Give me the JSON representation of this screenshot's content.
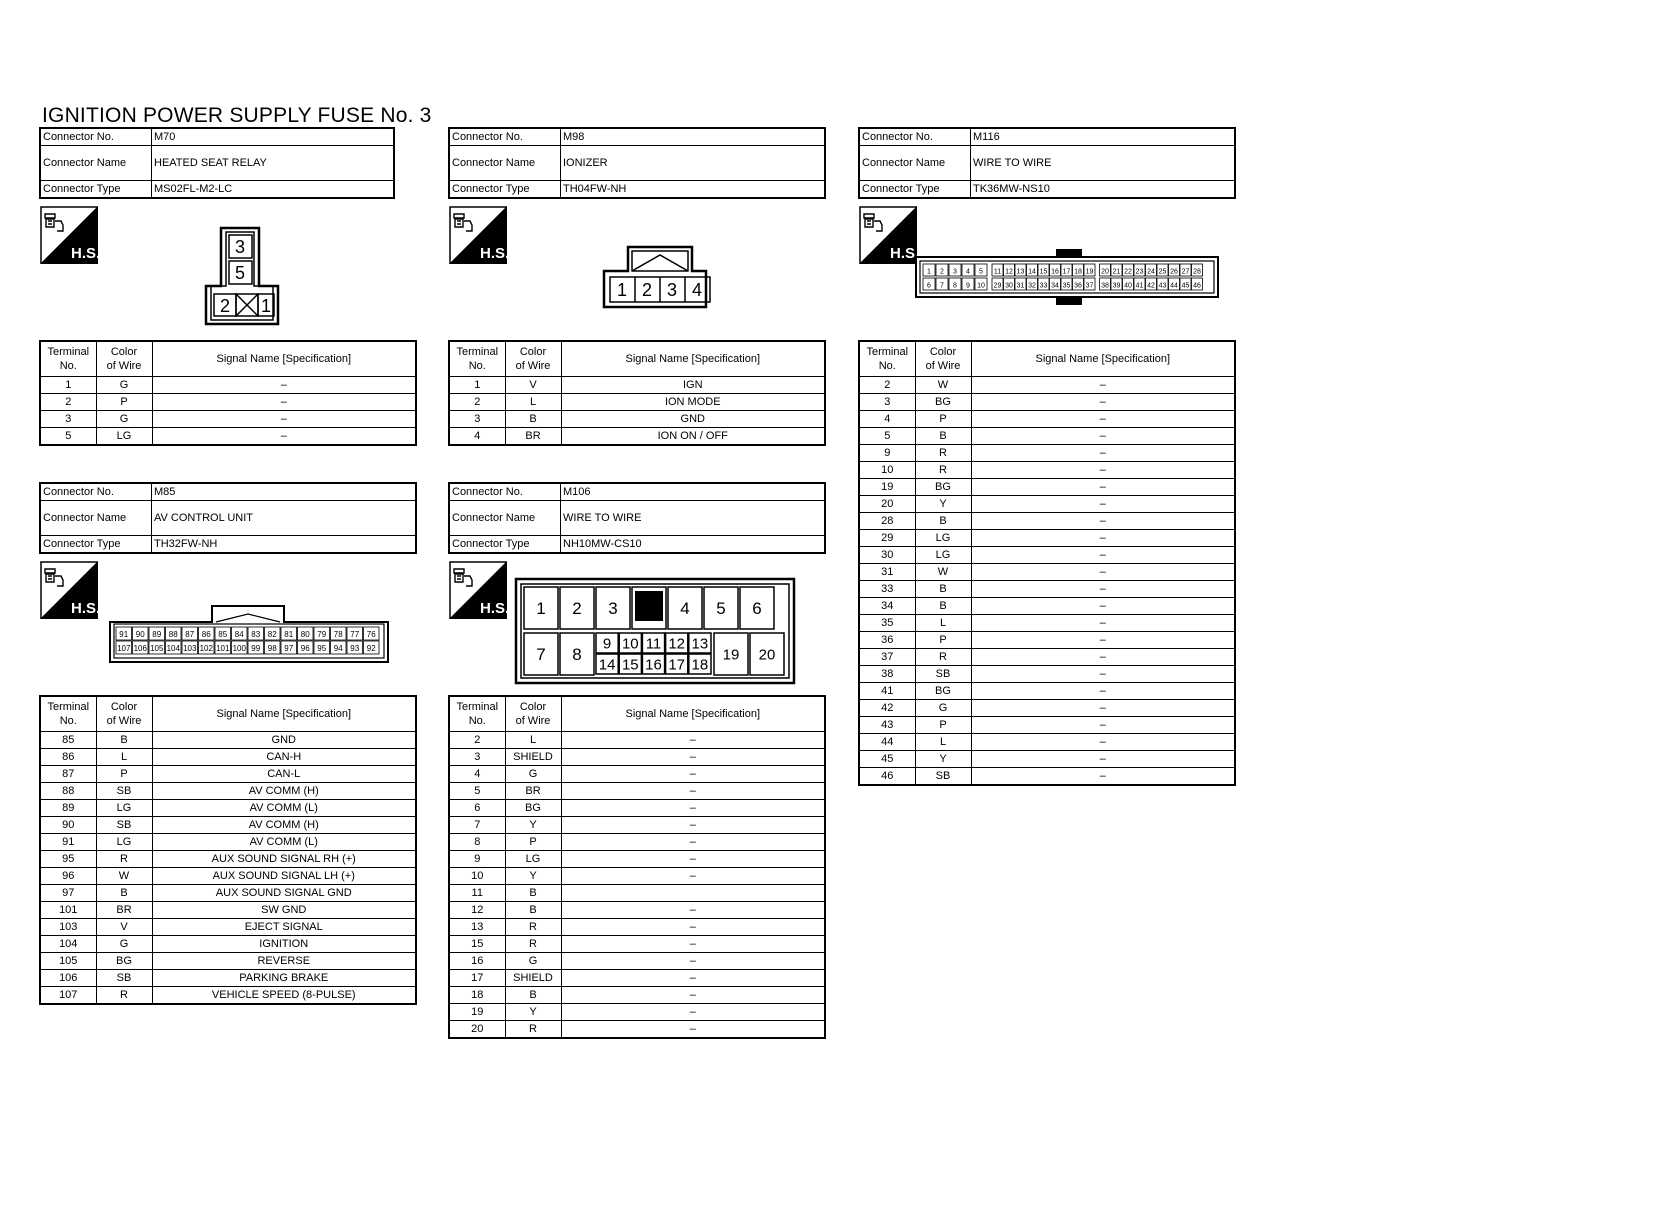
{
  "title": "IGNITION POWER SUPPLY FUSE No. 3",
  "labels": {
    "connector_no": "Connector No.",
    "connector_name": "Connector Name",
    "connector_type": "Connector Type",
    "terminal_no_1": "Terminal",
    "terminal_no_2": "No.",
    "color_1": "Color",
    "color_2": "of Wire",
    "signal": "Signal Name [Specification]",
    "hs": "H.S."
  },
  "connectors": [
    {
      "no": "M70",
      "name": "HEATED SEAT RELAY",
      "type": "MS02FL-M2-LC",
      "pins": [
        "3",
        "5",
        "2",
        "1"
      ],
      "rows": [
        [
          "1",
          "G",
          "–"
        ],
        [
          "2",
          "P",
          "–"
        ],
        [
          "3",
          "G",
          "–"
        ],
        [
          "5",
          "LG",
          "–"
        ]
      ]
    },
    {
      "no": "M98",
      "name": "IONIZER",
      "type": "TH04FW-NH",
      "pins": [
        "1",
        "2",
        "3",
        "4"
      ],
      "rows": [
        [
          "1",
          "V",
          "IGN"
        ],
        [
          "2",
          "L",
          "ION MODE"
        ],
        [
          "3",
          "B",
          "GND"
        ],
        [
          "4",
          "BR",
          "ION ON / OFF"
        ]
      ]
    },
    {
      "no": "M116",
      "name": "WIRE TO WIRE",
      "type": "TK36MW-NS10",
      "pins_top": [
        "1",
        "2",
        "3",
        "4",
        "5",
        "11",
        "12",
        "13",
        "14",
        "15",
        "16",
        "17",
        "18",
        "19",
        "20",
        "21",
        "22",
        "23",
        "24",
        "25",
        "26",
        "27",
        "28"
      ],
      "pins_bottom": [
        "6",
        "7",
        "8",
        "9",
        "10",
        "29",
        "30",
        "31",
        "32",
        "33",
        "34",
        "35",
        "36",
        "37",
        "38",
        "39",
        "40",
        "41",
        "42",
        "43",
        "44",
        "45",
        "46"
      ],
      "rows": [
        [
          "2",
          "W",
          "–"
        ],
        [
          "3",
          "BG",
          "–"
        ],
        [
          "4",
          "P",
          "–"
        ],
        [
          "5",
          "B",
          "–"
        ],
        [
          "9",
          "R",
          "–"
        ],
        [
          "10",
          "R",
          "–"
        ],
        [
          "19",
          "BG",
          "–"
        ],
        [
          "20",
          "Y",
          "–"
        ],
        [
          "28",
          "B",
          "–"
        ],
        [
          "29",
          "LG",
          "–"
        ],
        [
          "30",
          "LG",
          "–"
        ],
        [
          "31",
          "W",
          "–"
        ],
        [
          "33",
          "B",
          "–"
        ],
        [
          "34",
          "B",
          "–"
        ],
        [
          "35",
          "L",
          "–"
        ],
        [
          "36",
          "P",
          "–"
        ],
        [
          "37",
          "R",
          "–"
        ],
        [
          "38",
          "SB",
          "–"
        ],
        [
          "41",
          "BG",
          "–"
        ],
        [
          "42",
          "G",
          "–"
        ],
        [
          "43",
          "P",
          "–"
        ],
        [
          "44",
          "L",
          "–"
        ],
        [
          "45",
          "Y",
          "–"
        ],
        [
          "46",
          "SB",
          "–"
        ]
      ]
    },
    {
      "no": "M85",
      "name": "AV CONTROL UNIT",
      "type": "TH32FW-NH",
      "pins_top": [
        "91",
        "90",
        "89",
        "88",
        "87",
        "86",
        "85",
        "84",
        "83",
        "82",
        "81",
        "80",
        "79",
        "78",
        "77",
        "76"
      ],
      "pins_bottom": [
        "107",
        "106",
        "105",
        "104",
        "103",
        "102",
        "101",
        "100",
        "99",
        "98",
        "97",
        "96",
        "95",
        "94",
        "93",
        "92"
      ],
      "rows": [
        [
          "85",
          "B",
          "GND"
        ],
        [
          "86",
          "L",
          "CAN-H"
        ],
        [
          "87",
          "P",
          "CAN-L"
        ],
        [
          "88",
          "SB",
          "AV COMM (H)"
        ],
        [
          "89",
          "LG",
          "AV COMM (L)"
        ],
        [
          "90",
          "SB",
          "AV COMM (H)"
        ],
        [
          "91",
          "LG",
          "AV COMM (L)"
        ],
        [
          "95",
          "R",
          "AUX SOUND SIGNAL RH (+)"
        ],
        [
          "96",
          "W",
          "AUX SOUND SIGNAL LH (+)"
        ],
        [
          "97",
          "B",
          "AUX SOUND SIGNAL GND"
        ],
        [
          "101",
          "BR",
          "SW GND"
        ],
        [
          "103",
          "V",
          "EJECT SIGNAL"
        ],
        [
          "104",
          "G",
          "IGNITION"
        ],
        [
          "105",
          "BG",
          "REVERSE"
        ],
        [
          "106",
          "SB",
          "PARKING BRAKE"
        ],
        [
          "107",
          "R",
          "VEHICLE SPEED (8-PULSE)"
        ]
      ]
    },
    {
      "no": "M106",
      "name": "WIRE TO WIRE",
      "type": "NH10MW-CS10",
      "pins": [
        "1",
        "2",
        "3",
        "4",
        "5",
        "6",
        "7",
        "8",
        "9",
        "10",
        "11",
        "12",
        "13",
        "14",
        "15",
        "16",
        "17",
        "18",
        "19",
        "20"
      ],
      "rows": [
        [
          "2",
          "L",
          "–"
        ],
        [
          "3",
          "SHIELD",
          "–"
        ],
        [
          "4",
          "G",
          "–"
        ],
        [
          "5",
          "BR",
          "–"
        ],
        [
          "6",
          "BG",
          "–"
        ],
        [
          "7",
          "Y",
          "–"
        ],
        [
          "8",
          "P",
          "–"
        ],
        [
          "9",
          "LG",
          "–"
        ],
        [
          "10",
          "Y",
          "–"
        ],
        [
          "11",
          "B",
          ""
        ],
        [
          "12",
          "B",
          "–"
        ],
        [
          "13",
          "R",
          "–"
        ],
        [
          "15",
          "R",
          "–"
        ],
        [
          "16",
          "G",
          "–"
        ],
        [
          "17",
          "SHIELD",
          "–"
        ],
        [
          "18",
          "B",
          "–"
        ],
        [
          "19",
          "Y",
          "–"
        ],
        [
          "20",
          "R",
          "–"
        ]
      ]
    }
  ]
}
